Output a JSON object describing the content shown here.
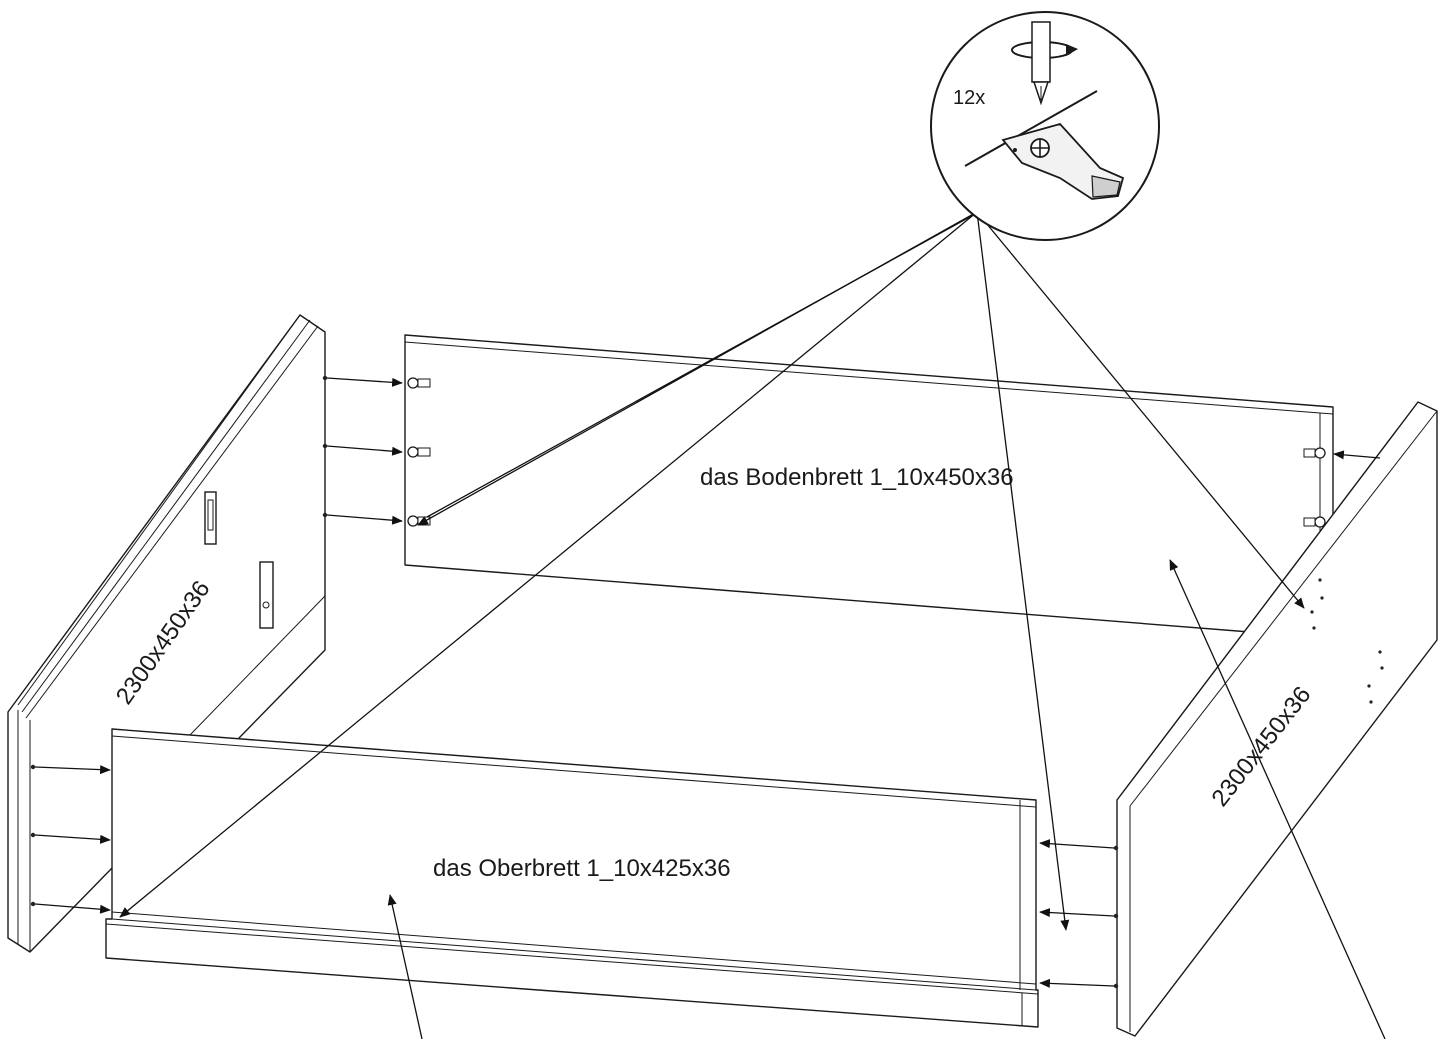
{
  "labels": {
    "count": "12x",
    "back_board": "das Bodenbrett 1_10x450x36",
    "front_board": "das Oberbrett 1_10x425x36",
    "left_side": "2300x450x36",
    "right_side": "2300x450x36"
  }
}
